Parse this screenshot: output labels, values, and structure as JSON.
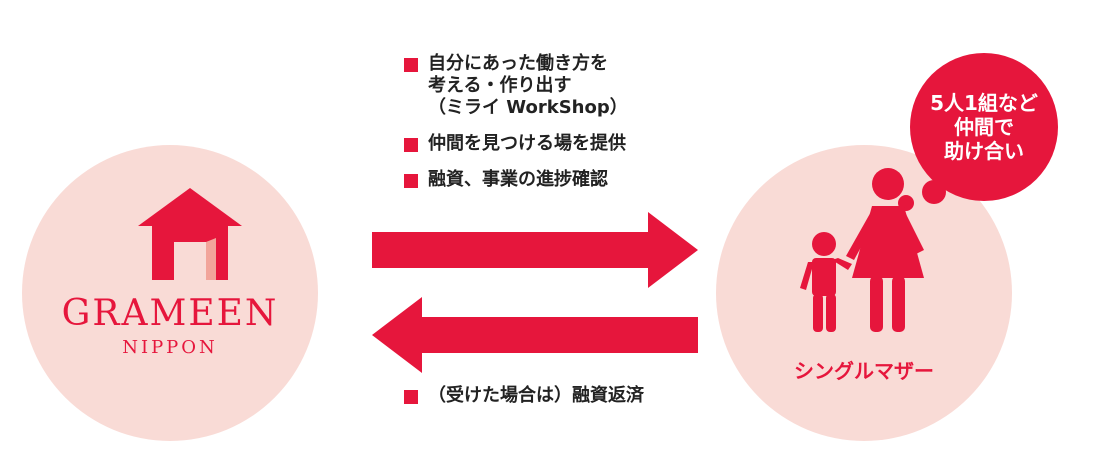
{
  "left_node": {
    "logo_main": "GRAMEEN",
    "logo_sub": "NIPPON"
  },
  "right_node": {
    "label": "シングルマザー"
  },
  "badge": {
    "text": "5人1組など\n仲間で\n助け合い"
  },
  "services": [
    {
      "text": "自分にあった働き方を\n考える・作り出す\n（ミライ WorkShop）"
    },
    {
      "text": "仲間を見つける場を提供"
    },
    {
      "text": "融資、事業の進捗確認"
    }
  ],
  "repayment": {
    "text": "（受けた場合は）融資返済"
  },
  "colors": {
    "accent": "#e6163c",
    "circle_fill": "#f9dbd6",
    "door": "#f2a49a"
  },
  "icons": {
    "logo": "house-icon",
    "people": "mother-child-icon"
  }
}
